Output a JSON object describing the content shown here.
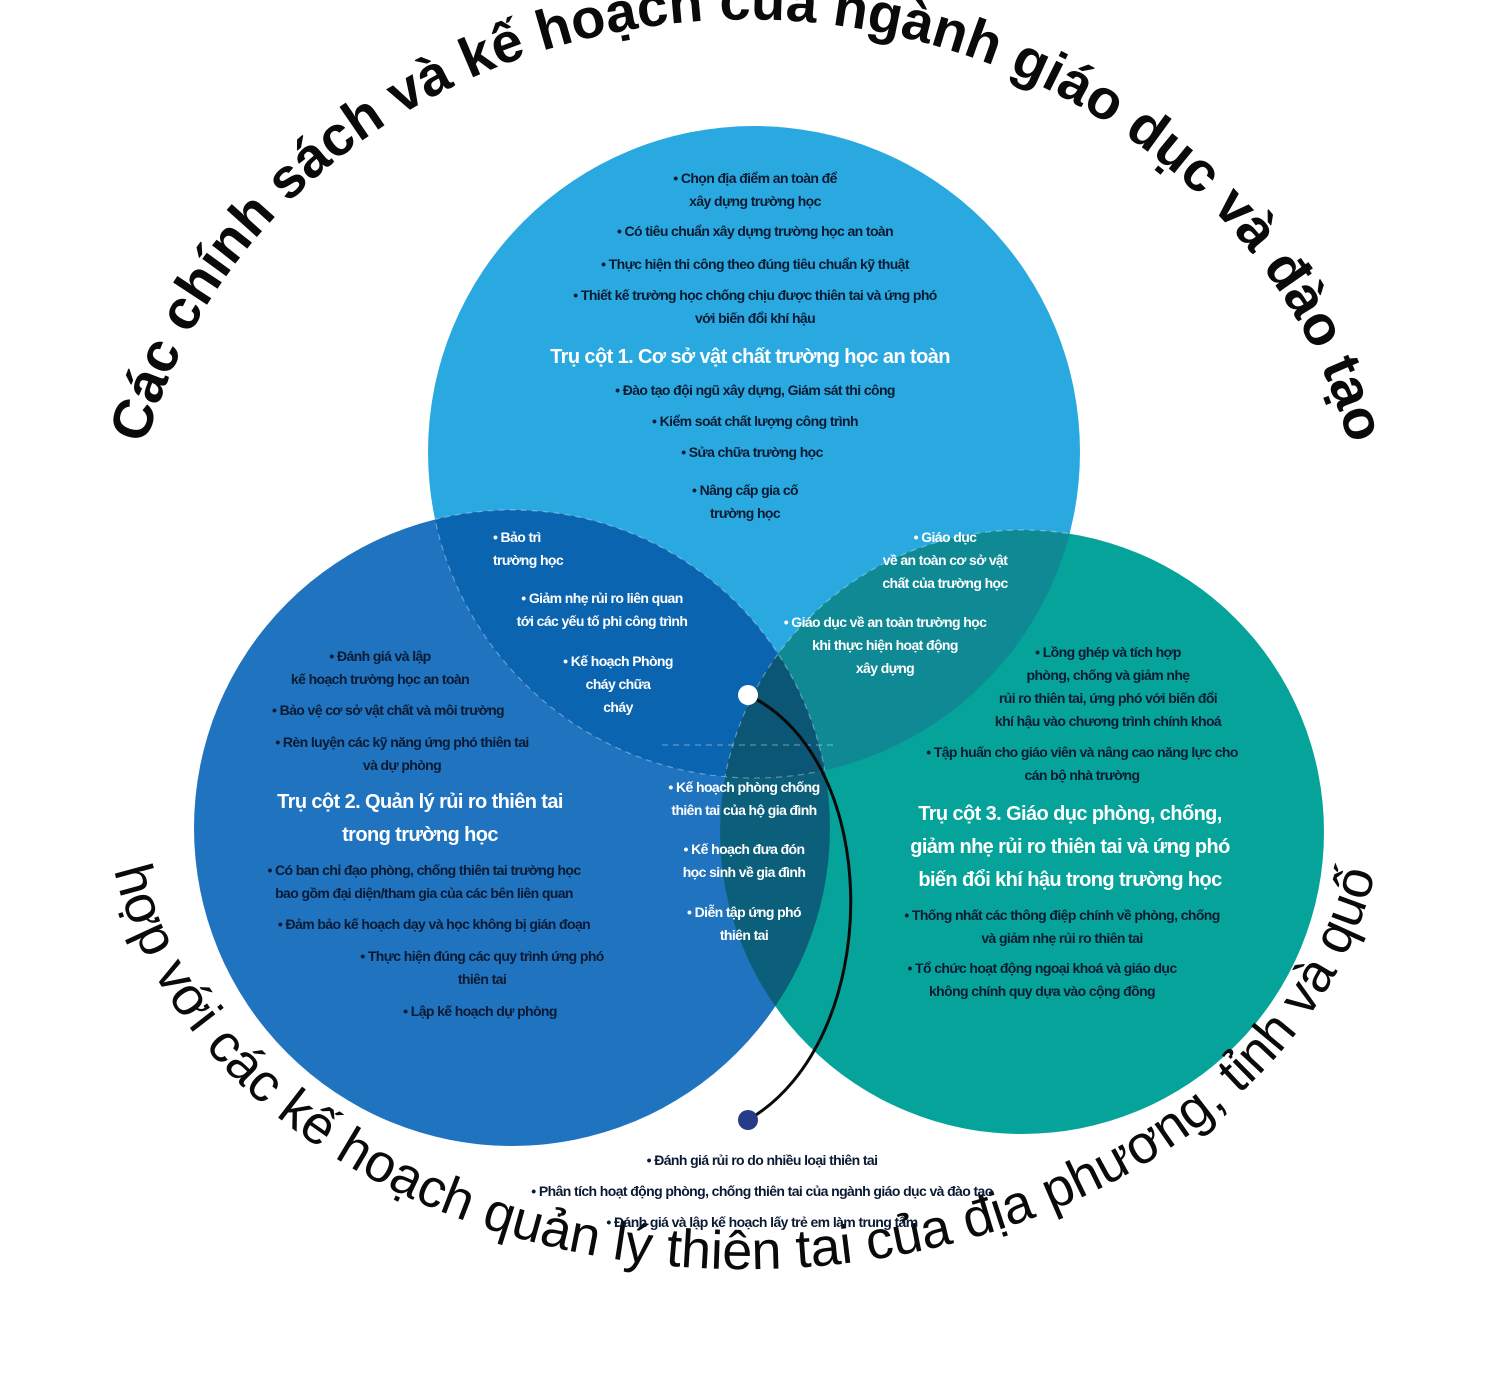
{
  "arcs": {
    "top": "Các chính sách và kế hoạch của ngành giáo dục và đào tạo",
    "bottom": "Phù hợp với các kế hoạch quản lý thiên tai của địa phương, tỉnh và quốc gia"
  },
  "colors": {
    "pillar1": "#2aa9e0",
    "pillar2": "#1f73bf",
    "pillar3": "#05a39a",
    "overlap12": "#0a64b0",
    "overlap13": "#0f8a94",
    "overlap23": "#0c5f7a",
    "center": "#0b5674"
  },
  "pillar1": {
    "title": "Trụ cột 1. Cơ sở vật chất trường học an toàn",
    "items": [
      "• Chọn địa điểm an toàn để\nxây dựng trường học",
      "• Có tiêu chuẩn xây dựng trường học an toàn",
      "• Thực hiện thi công theo đúng tiêu chuẩn kỹ thuật",
      "• Thiết kế trường học chống chịu được thiên tai và ứng phó\nvới biến đổi khí hậu",
      "• Đào tạo đội ngũ xây dựng, Giám sát thi công",
      "• Kiểm soát chất lượng công trình",
      "• Sửa chữa trường học",
      "• Nâng cấp gia cố\ntrường học"
    ]
  },
  "overlap12": {
    "items": [
      "• Bảo trì\n   trường học",
      "• Giảm nhẹ rủi ro liên quan\n tới các yếu tố phi công trình",
      "• Kế hoạch Phòng\n cháy chữa\n   cháy"
    ]
  },
  "overlap13": {
    "items": [
      "• Giáo dục\nvề an toàn cơ sở vật\nchất của trường học",
      "• Giáo dục về an toàn trường học\nkhi thực hiện hoạt động\nxây dựng"
    ]
  },
  "pillar2": {
    "title": "Trụ cột 2. Quản lý rủi ro thiên tai\ntrong trường học",
    "items": [
      "• Đánh giá và lập\nkế hoạch trường học an toàn",
      "• Bảo vệ cơ sở vật chất và môi trường",
      "• Rèn luyện các kỹ năng ứng phó thiên tai\nvà dự phòng",
      "• Có ban chỉ đạo phòng, chống thiên tai trường học\nbao gồm đại diện/tham gia của các bên liên quan",
      "• Đảm bảo kế hoạch dạy và học không bị gián đoạn",
      "• Thực hiện đúng các quy trình ứng phó\nthiên tai",
      "• Lập kế hoạch dự phòng"
    ]
  },
  "overlap23": {
    "items": [
      "• Kế hoạch phòng chống\nthiên tai của hộ gia đình",
      "• Kế hoạch đưa đón\nhọc sinh về gia đình",
      "• Diễn tập ứng phó\nthiên tai"
    ]
  },
  "pillar3": {
    "title": "Trụ cột 3. Giáo dục phòng, chống,\ngiảm nhẹ rủi ro thiên tai và ứng phó\nbiến đổi khí hậu trong trường học",
    "items": [
      "• Lồng ghép và tích hợp\nphòng, chống và giảm nhẹ\nrủi ro thiên tai, ứng phó với biến đổi\nkhí hậu vào chương trình chính khoá",
      "• Tập huấn cho giáo viên và nâng cao năng lực cho\ncán bộ nhà trường",
      "• Thống nhất các thông điệp chính về phòng, chống\nvà giảm nhẹ rủi ro thiên tai",
      "• Tổ chức hoạt động ngoại khoá và giáo dục\nkhông chính quy dựa vào cộng đồng"
    ]
  },
  "foundation": {
    "items": [
      "• Đánh giá rủi ro do nhiều loại thiên tai",
      "• Phân tích hoạt động phòng, chống thiên tai của ngành giáo dục và đào tạo",
      "• Đánh giá và lập kế hoạch lấy trẻ em làm trung tâm"
    ]
  }
}
